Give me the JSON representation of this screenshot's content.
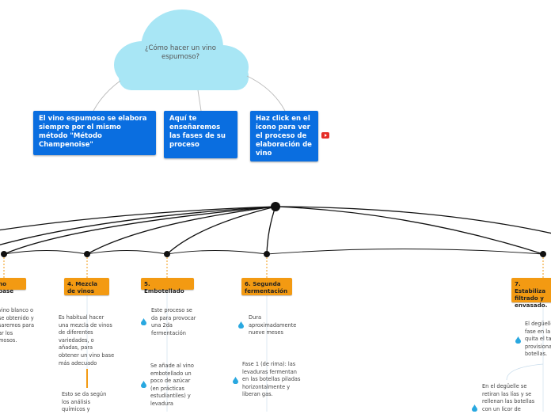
{
  "cloud": {
    "text": "¿Cómo hacer un vino espumoso?"
  },
  "intro_boxes": [
    {
      "text": "El vino espumoso se elabora siempre por el mismo método \"Método Champenoise\""
    },
    {
      "text": "Aquí te enseñaremos las fases de su proceso"
    },
    {
      "text": "Haz click en el icono para ver el proceso de elaboración de vino"
    }
  ],
  "video_link": {
    "icon": "youtube-icon"
  },
  "steps": [
    {
      "label": "no base"
    },
    {
      "label": "4. Mezcla de vinos"
    },
    {
      "label": "5. Embotellado"
    },
    {
      "label": "6. Segunda fermentación"
    },
    {
      "label": "7. Estabiliza filtrado y envasado."
    }
  ],
  "notes": {
    "step3": "vino blanco o\nse obtenido y\nsaremos para\nar los\nmosos.",
    "step4_a": "Es habitual hacer\nuna mezcla de vinos\nde diferentes\nvariedades, o\nañadas, para\nobtener un vino base\nmás adecuado",
    "step4_b": "Esto se da según\nlos análisis\nquímicos y",
    "step5_a": "Este proceso se\nda para provocar\nuna 2da\nfermentación",
    "step5_b": "Se añade al vino\nembotellado un\npoco de azúcar\n(en prácticas\nestudiantiles) y\nlevadura",
    "step6_a": "Dura\naproximadamente\nnueve meses",
    "step6_b": "Fase 1 (de rima): las\nlevaduras fermentan\nen las botellas piladas\nhorizontalmente y\nliberan gas.",
    "step7_a": "El degüelle\nfase en la\nquita el ta\nprovisiona\nbotellas.",
    "step7_b": "En el degüelle se\nretiran las lías y se\nrellenan las botellas\ncon un licor de"
  },
  "colors": {
    "cloud": "#a8e6f5",
    "box": "#0a6ee0",
    "step": "#f39a12",
    "line": "#111111",
    "drop": "#29a8e0"
  }
}
